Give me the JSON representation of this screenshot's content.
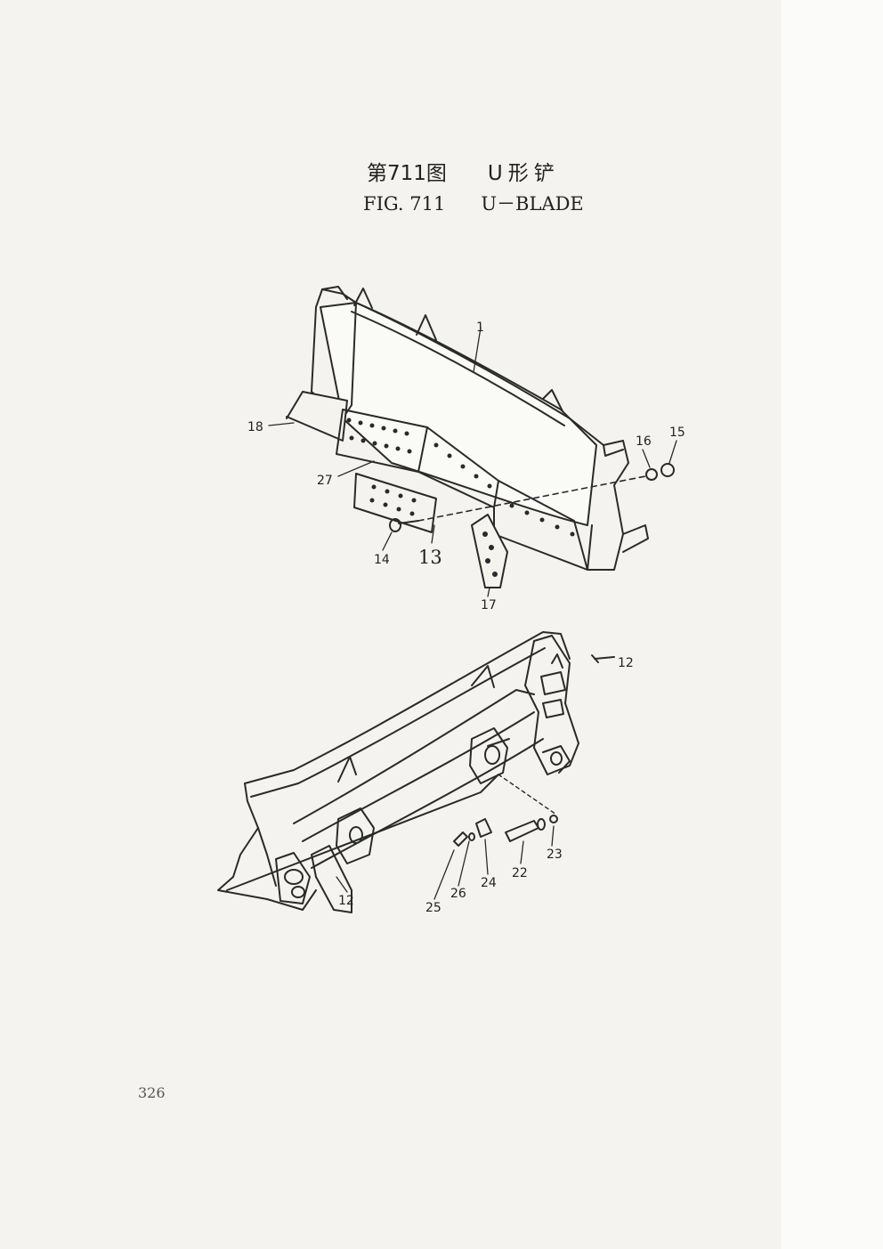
{
  "figure": {
    "number_zh": "第711图",
    "title_zh": "U形铲",
    "number_en": "FIG. 711",
    "title_en": "U－BLADE"
  },
  "callouts": {
    "upper": [
      "1",
      "18",
      "27",
      "16",
      "15",
      "14",
      "13",
      "17"
    ],
    "lower": [
      "12",
      "12",
      "22",
      "23",
      "24",
      "25",
      "26"
    ]
  },
  "page_number": "326"
}
